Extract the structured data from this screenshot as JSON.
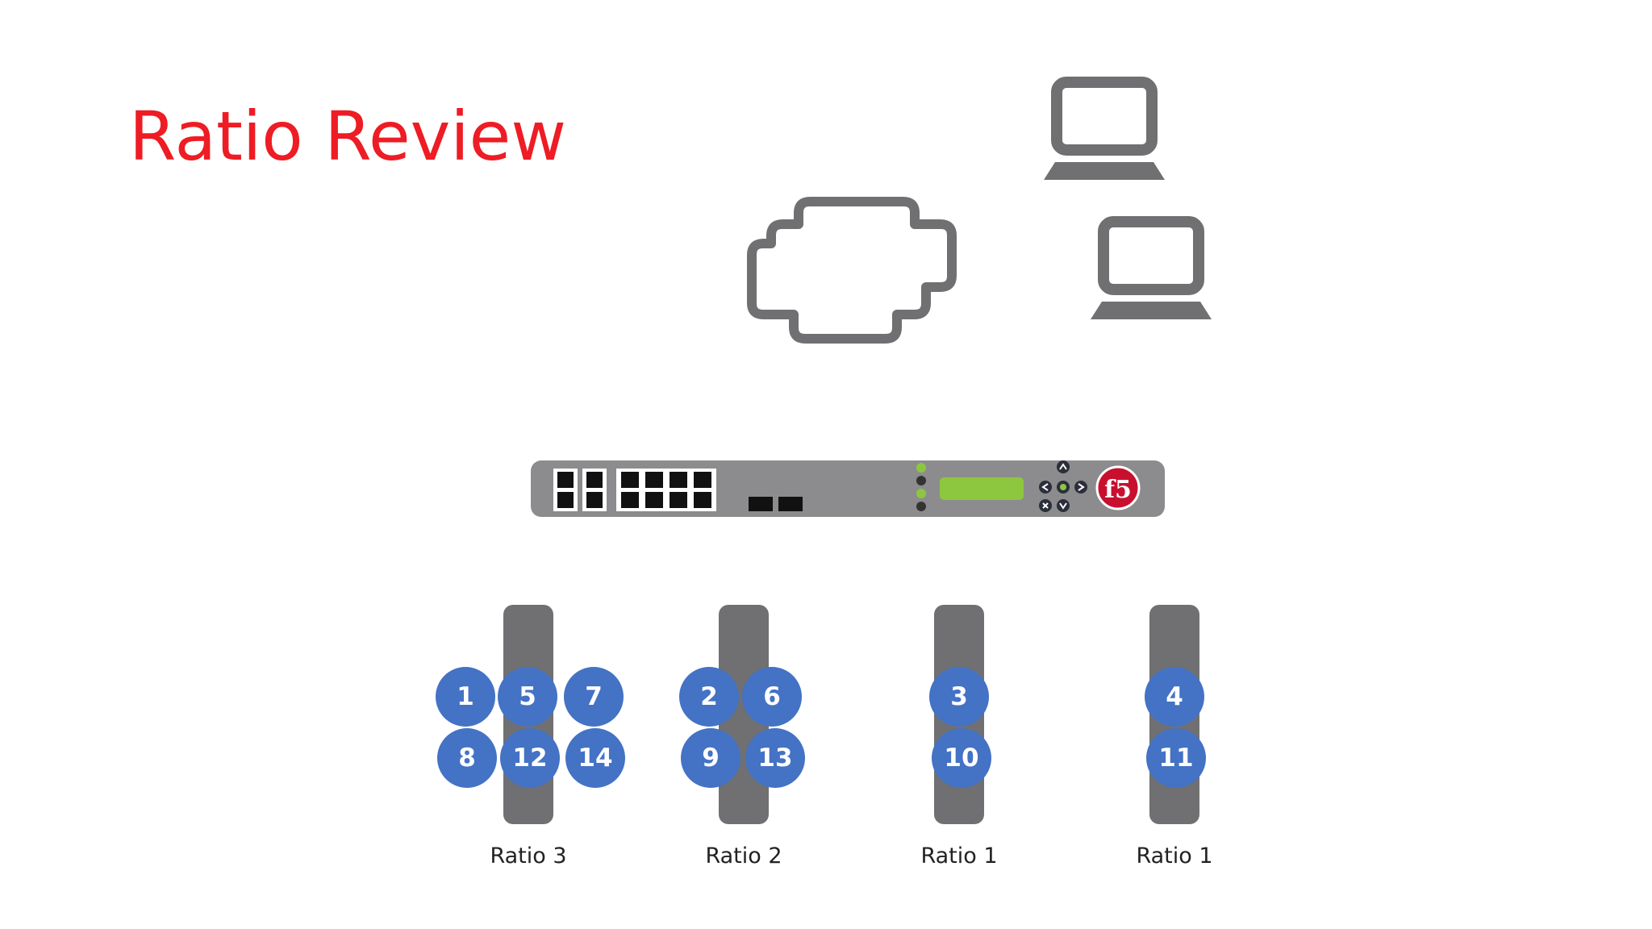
{
  "title": "Ratio Review",
  "colors": {
    "title": "#ee1c24",
    "icon_gray": "#707072",
    "connection_blue": "#4472c4",
    "lcd_green": "#8dc63f",
    "f5_red": "#c8102e"
  },
  "icons": [
    "laptop-icon",
    "laptop-icon",
    "cloud-icon",
    "f5-big-ip-appliance-icon",
    "server-icon"
  ],
  "appliance": {
    "logo_text": "f5"
  },
  "pools": [
    {
      "label": "Ratio 3",
      "connections": [
        "1",
        "5",
        "7",
        "8",
        "12",
        "14"
      ]
    },
    {
      "label": "Ratio 2",
      "connections": [
        "2",
        "6",
        "9",
        "13"
      ]
    },
    {
      "label": "Ratio 1",
      "connections": [
        "3",
        "10"
      ]
    },
    {
      "label": "Ratio 1",
      "connections": [
        "4",
        "11"
      ]
    }
  ]
}
